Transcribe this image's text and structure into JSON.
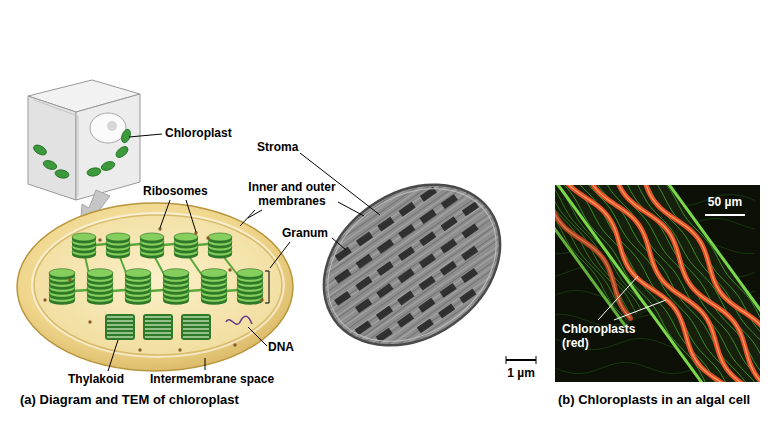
{
  "diagram": {
    "labels": [
      "Chloroplast",
      "Stroma",
      "Ribosomes",
      "Inner and outer membranes",
      "Granum",
      "DNA",
      "Thylakoid",
      "Intermembrane space",
      "1 µm",
      "(a) Diagram and TEM of chloroplast",
      "50 µm",
      "Chloroplasts (red)",
      "(b) Chloroplasts in an algal cell"
    ]
  }
}
